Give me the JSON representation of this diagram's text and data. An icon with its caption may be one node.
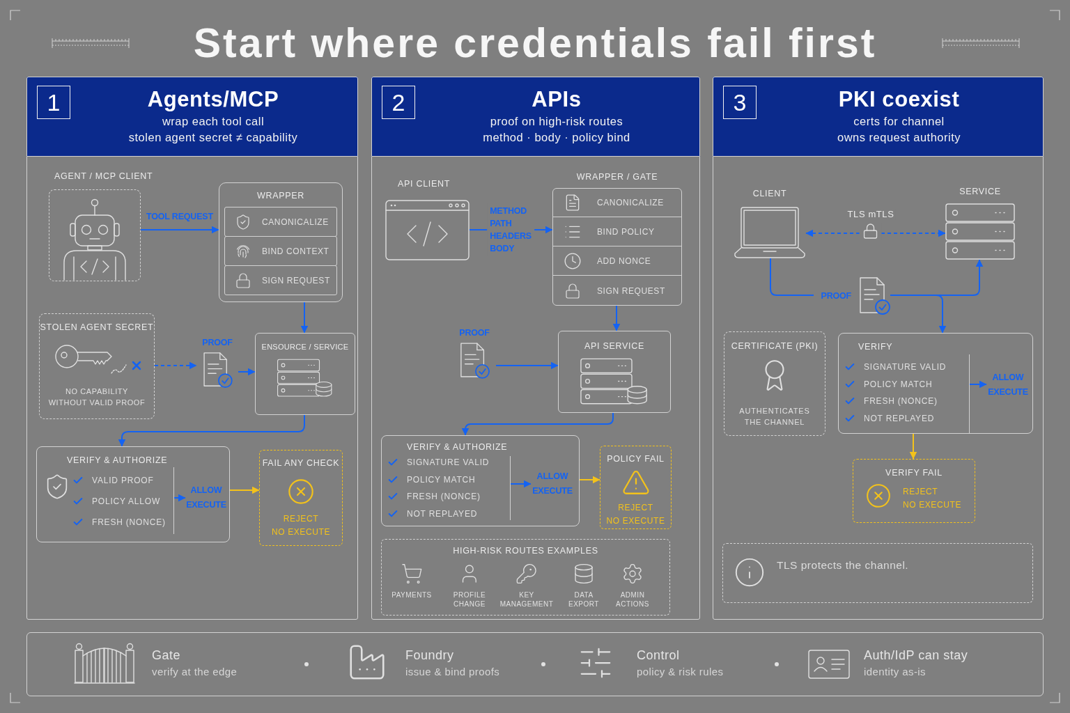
{
  "diagram": {
    "title": "Start where credentials fail first",
    "nodes": [
      {
        "text": [
          "1",
          "Agents/MCP",
          "wrap each tool call",
          "stolen agent secret ≠ capability"
        ]
      },
      {
        "text": [
          "AGENT / MCP CLIENT"
        ],
        "in": 0
      },
      {
        "text": [
          "WRAPPER"
        ],
        "in": 0
      },
      {
        "text": [
          "CANONICALIZE"
        ],
        "in": 2
      },
      {
        "text": [
          "BIND CONTEXT"
        ],
        "in": 2
      },
      {
        "text": [
          "SIGN REQUEST"
        ],
        "in": 2
      },
      {
        "text": [
          "STOLEN AGENT SECRET",
          "NO CAPABILITY WITHOUT VALID PROOF"
        ],
        "in": 0
      },
      {
        "text": [
          "PROOF"
        ],
        "in": 0
      },
      {
        "text": [
          "ENSOURCE / SERVICE"
        ],
        "in": 0
      },
      {
        "text": [
          "VERIFY & AUTHORIZE"
        ],
        "in": 0
      },
      {
        "text": [
          "VALID PROOF",
          "POLICY ALLOW",
          "FRESH (NONCE)"
        ],
        "in": 9
      },
      {
        "text": [
          "ALLOW EXECUTE"
        ],
        "in": 9
      },
      {
        "text": [
          "FAIL ANY CHECK",
          "REJECT",
          "NO EXECUTE"
        ],
        "in": 0
      },
      {
        "text": [
          "2",
          "APIs",
          "proof on high-risk routes",
          "method · body · policy bind"
        ]
      },
      {
        "text": [
          "API CLIENT"
        ],
        "in": 13
      },
      {
        "text": [
          "WRAPPER / GATE"
        ],
        "in": 13
      },
      {
        "text": [
          "CANONICALIZE"
        ],
        "in": 15
      },
      {
        "text": [
          "BIND POLICY"
        ],
        "in": 15
      },
      {
        "text": [
          "ADD NONCE"
        ],
        "in": 15
      },
      {
        "text": [
          "SIGN REQUEST"
        ],
        "in": 15
      },
      {
        "text": [
          "PROOF"
        ],
        "in": 13
      },
      {
        "text": [
          "API SERVICE"
        ],
        "in": 13
      },
      {
        "text": [
          "VERIFY & AUTHORIZE"
        ],
        "in": 13
      },
      {
        "text": [
          "SIGNATURE VALID",
          "POLICY MATCH",
          "FRESH (NONCE)",
          "NOT REPLAYED"
        ],
        "in": 22
      },
      {
        "text": [
          "ALLOW EXECUTE"
        ],
        "in": 22
      },
      {
        "text": [
          "POLICY FAIL",
          "REJECT",
          "NO EXECUTE"
        ],
        "in": 13
      },
      {
        "text": [
          "HIGH-RISK ROUTES EXAMPLES",
          "PAYMENTS",
          "PROFILE CHANGE",
          "KEY MANAGEMENT",
          "DATA EXPORT",
          "ADMIN ACTIONS"
        ],
        "in": 13
      },
      {
        "text": [
          "3",
          "PKI coexist",
          "certs for channel",
          "owns request authority"
        ]
      },
      {
        "text": [
          "CLIENT"
        ],
        "in": 27
      },
      {
        "text": [
          "SERVICE"
        ],
        "in": 27
      },
      {
        "text": [
          "PROOF"
        ],
        "in": 27
      },
      {
        "text": [
          "CERTIFICATE (PKI)",
          "AUTHENTICATES THE CHANNEL"
        ],
        "in": 27
      },
      {
        "text": [
          "VERIFY"
        ],
        "in": 27
      },
      {
        "text": [
          "SIGNATURE VALID",
          "POLICY MATCH",
          "FRESH (NONCE)",
          "NOT REPLAYED"
        ],
        "in": 32
      },
      {
        "text": [
          "ALLOW EXECUTE"
        ],
        "in": 32
      },
      {
        "text": [
          "VERIFY FAIL",
          "REJECT",
          "NO EXECUTE"
        ],
        "in": 27
      },
      {
        "text": [
          "TLS protects the channel."
        ],
        "in": 27
      },
      {
        "text": [
          "Gate",
          "verify at the edge",
          "Foundry",
          "issue & bind proofs",
          "Control",
          "policy & risk rules",
          "Auth/IdP can stay",
          "identity as-is"
        ]
      }
    ],
    "edges": [
      {
        "from": 1,
        "to": 2,
        "arrow": "to",
        "label": "TOOL REQUEST"
      },
      {
        "from": 2,
        "to": 8,
        "arrow": "to"
      },
      {
        "from": 6,
        "to": 7,
        "arrow": "to",
        "style": "dashed"
      },
      {
        "from": 7,
        "to": 8,
        "arrow": "to"
      },
      {
        "from": 8,
        "to": 9,
        "arrow": "to"
      },
      {
        "from": 10,
        "to": 11,
        "arrow": "to"
      },
      {
        "from": 9,
        "to": 12,
        "arrow": "to",
        "color": "#f3c21b"
      },
      {
        "from": 14,
        "to": 15,
        "arrow": "to",
        "label": "METHOD PATH HEADERS BODY"
      },
      {
        "from": 15,
        "to": 21,
        "arrow": "to"
      },
      {
        "from": 20,
        "to": 21,
        "arrow": "to"
      },
      {
        "from": 21,
        "to": 22,
        "arrow": "to"
      },
      {
        "from": 23,
        "to": 24,
        "arrow": "to"
      },
      {
        "from": 22,
        "to": 25,
        "arrow": "to",
        "color": "#f3c21b"
      },
      {
        "from": 28,
        "to": 29,
        "arrow": "both",
        "style": "dashed",
        "label": "TLS mTLS"
      },
      {
        "from": 28,
        "to": 30,
        "arrow": "none"
      },
      {
        "from": 30,
        "to": 29,
        "arrow": "to"
      },
      {
        "from": 30,
        "to": 32,
        "arrow": "to"
      },
      {
        "from": 33,
        "to": 34,
        "arrow": "to"
      },
      {
        "from": 32,
        "to": 35,
        "arrow": "to",
        "color": "#f3c21b"
      }
    ]
  }
}
